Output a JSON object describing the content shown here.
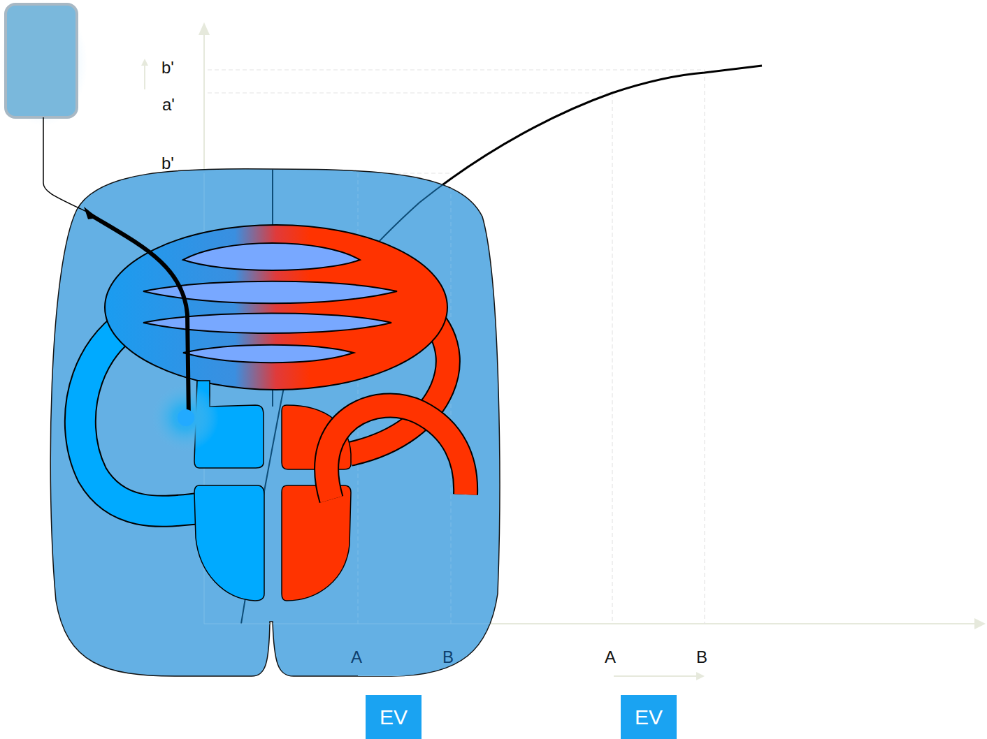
{
  "diagram": {
    "nodes": [
      {
        "text": [
          "EV"
        ]
      },
      {
        "text": [
          "EV"
        ]
      }
    ],
    "labels": [
      "b'",
      "a'",
      "b'",
      "A",
      "B",
      "A",
      "B"
    ]
  }
}
